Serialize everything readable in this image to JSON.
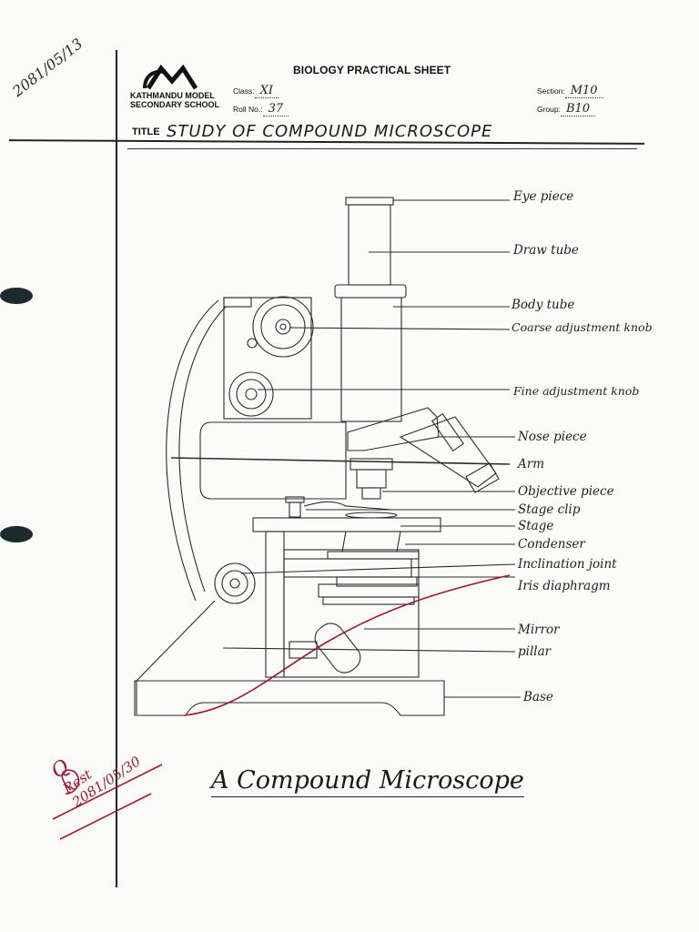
{
  "header": {
    "sheet_title": "BIOLOGY PRACTICAL SHEET",
    "school_line1": "KATHMANDU MODEL",
    "school_line2": "SECONDARY SCHOOL",
    "class_label": "Class:",
    "class_value": "XI",
    "roll_label": "Roll No.:",
    "roll_value": "37",
    "section_label": "Section:",
    "section_value": "M10",
    "group_label": "Group:",
    "group_value": "B10",
    "title_label": "TITLE",
    "title_value": "STUDY OF COMPOUND MICROSCOPE"
  },
  "margin_date": "2081/05/13",
  "signature": {
    "initials": "Q",
    "name": "Rest",
    "date": "2081/05/30"
  },
  "diagram": {
    "labels": [
      "Eye piece",
      "Draw tube",
      "Body tube",
      "Coarse adjustment knob",
      "Fine adjustment knob",
      "Nose piece",
      "Arm",
      "Objective piece",
      "Stage clip",
      "Stage",
      "Condenser",
      "Inclination joint",
      "Iris diaphragm",
      "Mirror",
      "pillar",
      "Base"
    ],
    "caption": "A Compound Microscope"
  },
  "colors": {
    "ink": "#1e1e1e",
    "red_ink": "#a11733",
    "binder_hole": "#1d2a2e"
  }
}
